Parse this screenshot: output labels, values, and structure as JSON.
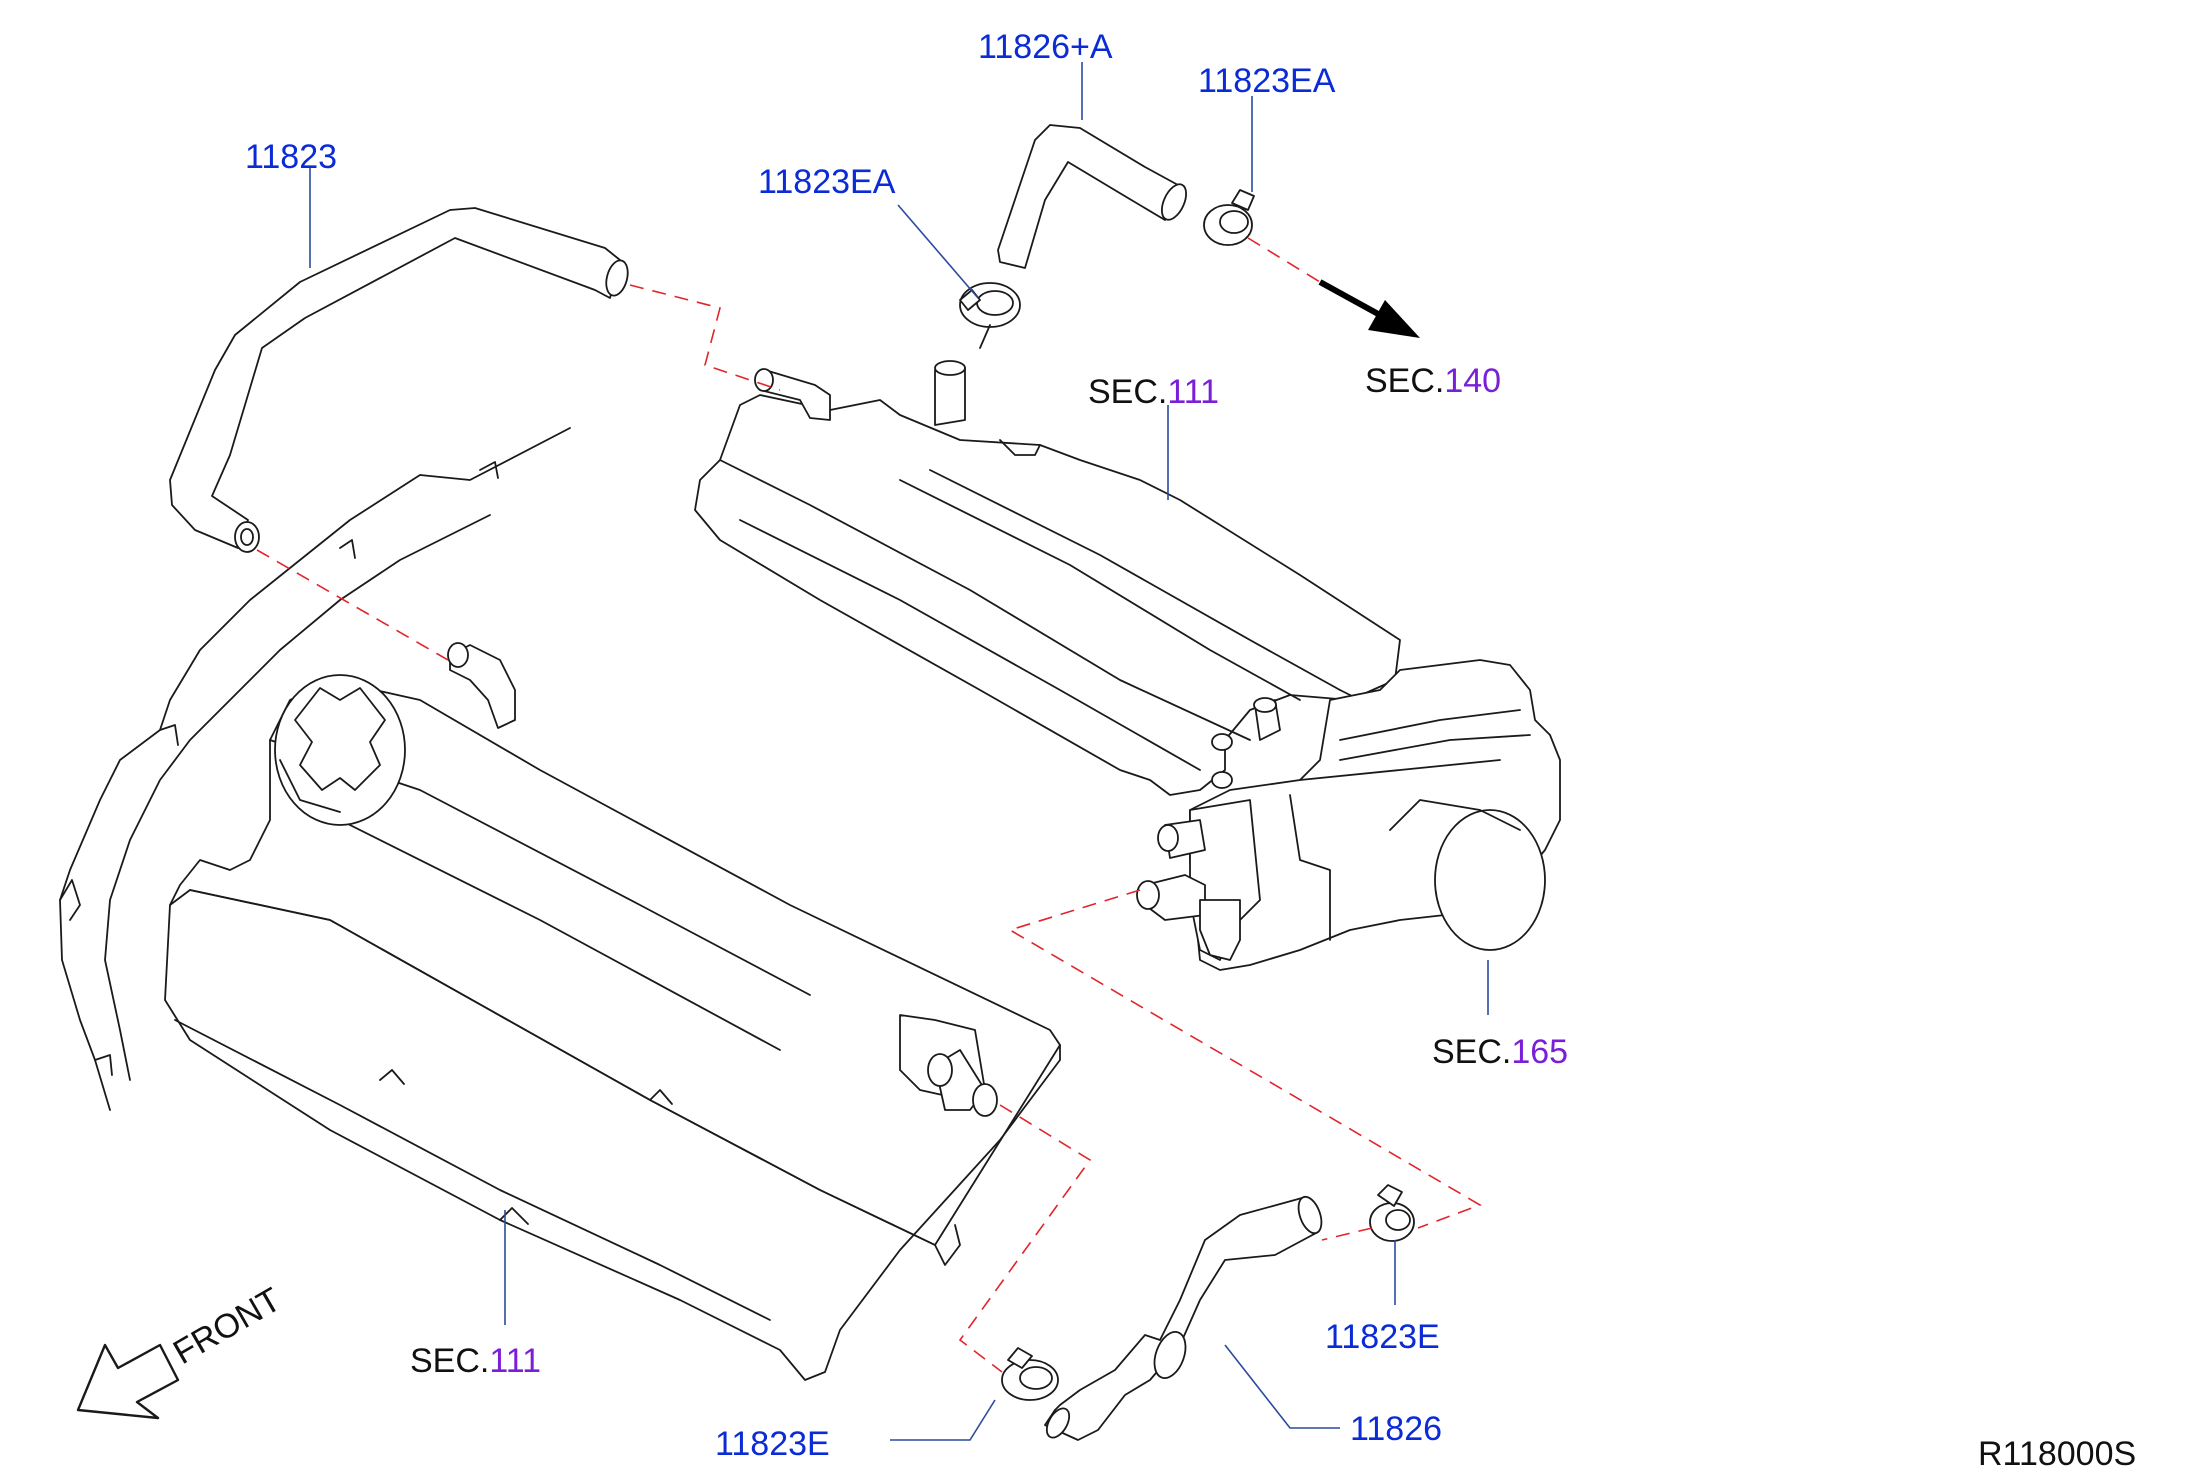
{
  "colors": {
    "part_code": "#0a2bd6",
    "section_number": "#7a1fd8",
    "connection_dash": "#e0262b",
    "leader_line": "#2b4a9e",
    "outline": "#1a1a1a"
  },
  "callouts": {
    "hose_11823": "11823",
    "hose_11826_a": "11826+A",
    "clamp_11823ea_upper": "11823EA",
    "clamp_11823ea_lower": "11823EA",
    "clamp_11823e_right": "11823E",
    "clamp_11823e_left": "11823E",
    "hose_11826": "11826"
  },
  "sections": {
    "sec_111_upper": {
      "prefix": "SEC.",
      "number": "111"
    },
    "sec_140": {
      "prefix": "SEC.",
      "number": "140"
    },
    "sec_165": {
      "prefix": "SEC.",
      "number": "165"
    },
    "sec_111_lower": {
      "prefix": "SEC.",
      "number": "111"
    }
  },
  "front_label": "FRONT",
  "reference_code": "R118000S",
  "icons": {
    "front_arrow": "front-arrow-icon",
    "direction_arrow": "direction-arrow-icon"
  }
}
